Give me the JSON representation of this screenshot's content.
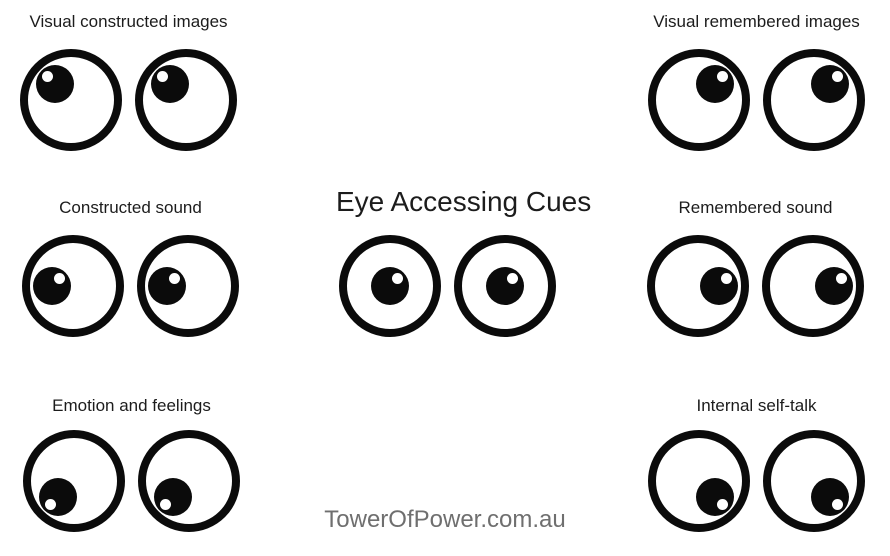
{
  "title": "Eye Accessing Cues",
  "footer": {
    "text": "TowerOfPower.com.au"
  },
  "colors": {
    "background": "#ffffff",
    "ink": "#0b0b0b",
    "label_text": "#1c1c1c",
    "footer_text": "#6f6f6f"
  },
  "center_eyes": {
    "gaze": "center"
  },
  "groups": [
    {
      "label": "Visual constructed images",
      "gaze": "up-left"
    },
    {
      "label": "Visual remembered images",
      "gaze": "up-right"
    },
    {
      "label": "Constructed sound",
      "gaze": "left"
    },
    {
      "label": "Remembered sound",
      "gaze": "right"
    },
    {
      "label": "Emotion and feelings",
      "gaze": "down-left"
    },
    {
      "label": "Internal self-talk",
      "gaze": "down-right"
    }
  ]
}
